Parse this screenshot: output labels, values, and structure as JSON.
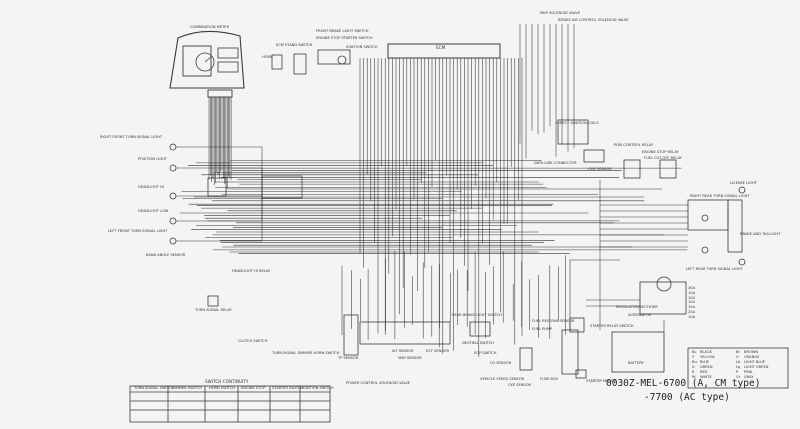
{
  "labels": {
    "combination_meter": "COMBINATION METER",
    "rf_turn": "RIGHT FRONT TURN SIGNAL LIGHT",
    "position_light": "POSITION LIGHT",
    "headlight_hi": "HEADLIGHT HI",
    "headlight_low": "HEADLIGHT LOW",
    "lf_turn": "LEFT FRONT TURN SIGNAL LIGHT",
    "bank_angle": "BANK ANGLE SENSOR",
    "turn_relay": "TURN SIGNAL RELAY",
    "headlight_relay": "HEADLIGHT HI RELAY",
    "clutch_switch": "CLUTCH SWITCH",
    "turn_dimmer_horn": "TURN SIGNAL DIMMER HORN SWITCH",
    "ecm": "ECM",
    "front_brake": "FRONT BRAKE LIGHT SWITCH",
    "engine_stop": "ENGINE STOP STARTER SWITCH",
    "ignition_switch": "IGNITION SWITCH",
    "horn": "HORN",
    "ecm_stand": "ECM STAND SWITCH",
    "pair_valve": "PAIR SOLENOID VALVE",
    "intake_valve": "INTAKE AIR CONTROL SOLENOID VALVE",
    "direct_ignition": "DIRECT IGNITION COILS",
    "data_link": "DATA LINK CONNECTOR",
    "cmp_sensor": "CMP SENSOR",
    "main_relay": "PGM CONTROL RELAY",
    "engine_stop_relay": "ENGINE STOP RELAY",
    "fuel_cutoff_relay": "FUEL CUT-OFF RELAY",
    "license_light": "LICENSE LIGHT",
    "rr_turn": "RIGHT REAR TURN SIGNAL LIGHT",
    "brake_tail": "BRAKE AND TAILLIGHT",
    "lr_turn": "LEFT REAR TURN SIGNAL LIGHT",
    "tp_sensor": "TP SENSOR",
    "power_control": "POWER CONTROL SOLENOID VALVE",
    "iat_sensor": "IAT SENSOR",
    "map_sensor": "MAP SENSOR",
    "ect_sensor": "ECT SENSOR",
    "neutral_switch": "NEUTRAL SWITCH",
    "eop_switch": "EOP SWITCH",
    "vs_sensor": "VEHICLE SPEED SENSOR",
    "o2_sensor": "O2 SENSOR",
    "rear_brake": "REAR BRAKE LIGHT SWITCH",
    "fuel_pump": "FUEL PUMP",
    "fuel_reserve": "FUEL RESERVE SENSOR",
    "ckp_sensor": "CKP SENSOR",
    "alternator": "ALTERNATOR",
    "starter_relay": "STARTER RELAY SWITCH",
    "starter_motor": "STARTER MOTOR",
    "fuse_box": "FUSE BOX",
    "regulator": "REGULATOR/RECTIFIER",
    "battery": "BATTERY",
    "switch_continuity": "SWITCH CONTINUITY",
    "sc_turn": "TURN SIGNAL SWITCH",
    "sc_dimmer": "DIMMER SWITCH",
    "sc_horn": "HORN SWITCH",
    "sc_engine_stop": "ENGINE STOP",
    "sc_starter": "STARTER SWITCH",
    "sc_ignition": "IGNITION SWITCH"
  },
  "fuse_list": [
    "30A ",
    "10A ",
    "10A ",
    "10A ",
    "15A ",
    "20A ",
    "10A "
  ],
  "color_legend": [
    "BL",
    "BLACK",
    "Y",
    "YELLOW",
    "Bu",
    "BLUE",
    "G",
    "GREEN",
    "R",
    "RED",
    "W",
    "WHITE",
    "Br",
    "BROWN",
    "O",
    "ORANGE",
    "Lb",
    "LIGHT BLUE",
    "Lg",
    "LIGHT GREEN",
    "P",
    "PINK",
    "Gr",
    "GRAY"
  ],
  "part_numbers": {
    "line1": "0030Z-MEL-6700 (A, CM type)",
    "line2": "-7700 (AC type)"
  }
}
